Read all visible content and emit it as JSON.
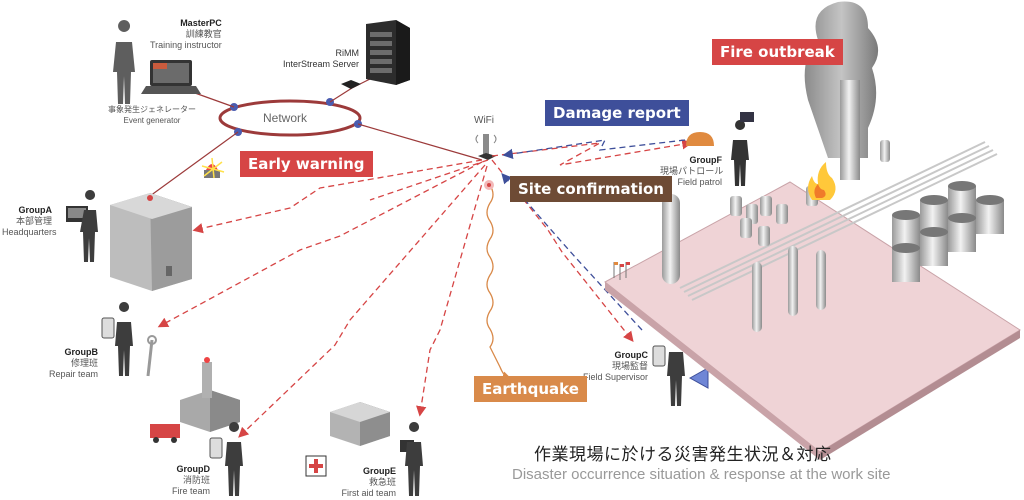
{
  "title": {
    "japanese": "作業現場に於ける災害発生状況＆対応",
    "english": "Disaster occurrence situation & response at the work site"
  },
  "network": {
    "label": "Network",
    "wifi_label": "WiFi"
  },
  "nodes": {
    "master_pc": {
      "group": "MasterPC",
      "jp": "訓練教官",
      "en": "Training instructor"
    },
    "event_generator": {
      "jp": "事象発生ジェネレーター",
      "en": "Event generator"
    },
    "server": {
      "line1": "RiMM",
      "line2": "InterStream Server"
    },
    "group_a": {
      "group": "GroupA",
      "jp": "本部管理",
      "en": "Headquarters"
    },
    "group_b": {
      "group": "GroupB",
      "jp": "修理班",
      "en": "Repair team"
    },
    "group_c": {
      "group": "GroupC",
      "jp": "現場監督",
      "en": "Field Supervisor"
    },
    "group_d": {
      "group": "GroupD",
      "jp": "消防班",
      "en": "Fire team"
    },
    "group_e": {
      "group": "GroupE",
      "jp": "救急班",
      "en": "First aid team"
    },
    "group_f": {
      "group": "GroupF",
      "jp": "現場パトロール",
      "en": "Field patrol"
    }
  },
  "event_tags": {
    "fire_outbreak": "Fire outbreak",
    "damage_report": "Damage report",
    "early_warning": "Early warning",
    "site_confirmation": "Site confirmation",
    "earthquake": "Earthquake"
  },
  "colors": {
    "red_tag": "#d64545",
    "blue_tag": "#3e4f9a",
    "brown_tag": "#6e4b35",
    "orange_tag": "#d98a4a",
    "network_line": "#9c3a3a",
    "node_dot": "#4a5cb0",
    "plant_floor": "#efd3d6"
  }
}
